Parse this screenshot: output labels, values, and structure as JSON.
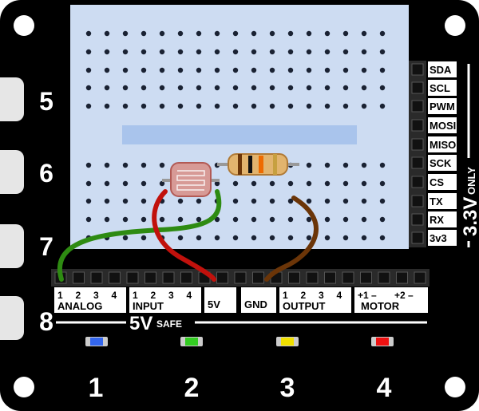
{
  "board": {
    "side_numbers": [
      "5",
      "6",
      "7",
      "8"
    ],
    "bottom_numbers": [
      "1",
      "2",
      "3",
      "4"
    ],
    "right_pins": [
      "SDA",
      "SCL",
      "PWM",
      "MOSI",
      "MISO",
      "SCK",
      "CS",
      "TX",
      "RX",
      "3v3"
    ],
    "voltage_right": {
      "big": "3.3V",
      "small": "ONLY"
    },
    "voltage_bottom": {
      "big": "5V",
      "small": "SAFE"
    },
    "header_groups": [
      {
        "nums": [
          "1",
          "2",
          "3",
          "4"
        ],
        "label": "ANALOG"
      },
      {
        "nums": [
          "1",
          "2",
          "3",
          "4"
        ],
        "label": "INPUT"
      },
      {
        "nums": [],
        "label": "5V"
      },
      {
        "nums": [],
        "label": "GND"
      },
      {
        "nums": [
          "1",
          "2",
          "3",
          "4"
        ],
        "label": "OUTPUT"
      },
      {
        "nums": [
          "+1 –",
          "+2 –"
        ],
        "label": "MOTOR"
      }
    ],
    "led_colors": [
      "#3366ee",
      "#33cc22",
      "#f0e000",
      "#ee1111"
    ]
  },
  "components": {
    "wire_colors": {
      "green": "#2e8b12",
      "red": "#c1110c",
      "brown": "#6b3508"
    }
  },
  "colors": {
    "board": "#000000",
    "breadboard": "#cddcf2",
    "breadboard_stripe": "#a9c4ec",
    "hole": "#1a2233",
    "tab": "#e6e6e6"
  }
}
